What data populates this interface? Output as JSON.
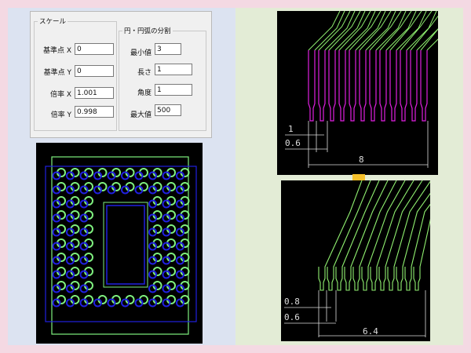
{
  "dialog": {
    "scale_group": {
      "title": "スケール",
      "fields": [
        {
          "label": "基準点 X",
          "value": "0"
        },
        {
          "label": "基準点 Y",
          "value": "0"
        },
        {
          "label": "倍率 X",
          "value": "1.001"
        },
        {
          "label": "倍率 Y",
          "value": "0.998"
        }
      ]
    },
    "arc_group": {
      "title": "円・円弧の分割",
      "fields": [
        {
          "label": "最小値",
          "value": "3"
        },
        {
          "label": "長さ",
          "value": "1"
        },
        {
          "label": "角度",
          "value": "1"
        },
        {
          "label": "最大値",
          "value": "500"
        }
      ]
    }
  },
  "cad_top": {
    "dim_small": "1",
    "dim_pitch": "0.6",
    "dim_total": "8",
    "trace_color": "#e020e0",
    "lead_color": "#90f070"
  },
  "cad_bottom": {
    "dim_small": "0.8",
    "dim_pitch": "0.6",
    "dim_total": "6.4",
    "trace_color": "#90f070"
  },
  "arrow_color": "#f5c02a",
  "package_view": {
    "pad_green": "#7ff07f",
    "pad_blue": "#2020e0"
  }
}
